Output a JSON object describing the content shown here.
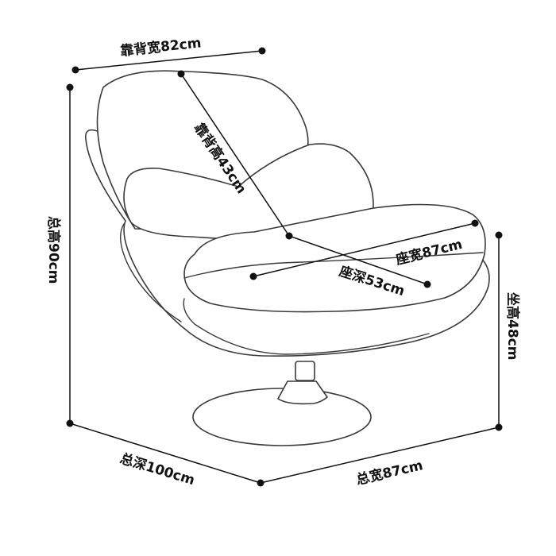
{
  "dimensions": {
    "back_width": "靠背宽82cm",
    "back_height": "靠背高43cm",
    "total_height": "总高90cm",
    "seat_width": "座宽87cm",
    "seat_depth": "座深53cm",
    "seat_height": "坐高48cm",
    "total_depth": "总深100cm",
    "total_width": "总宽87cm"
  }
}
